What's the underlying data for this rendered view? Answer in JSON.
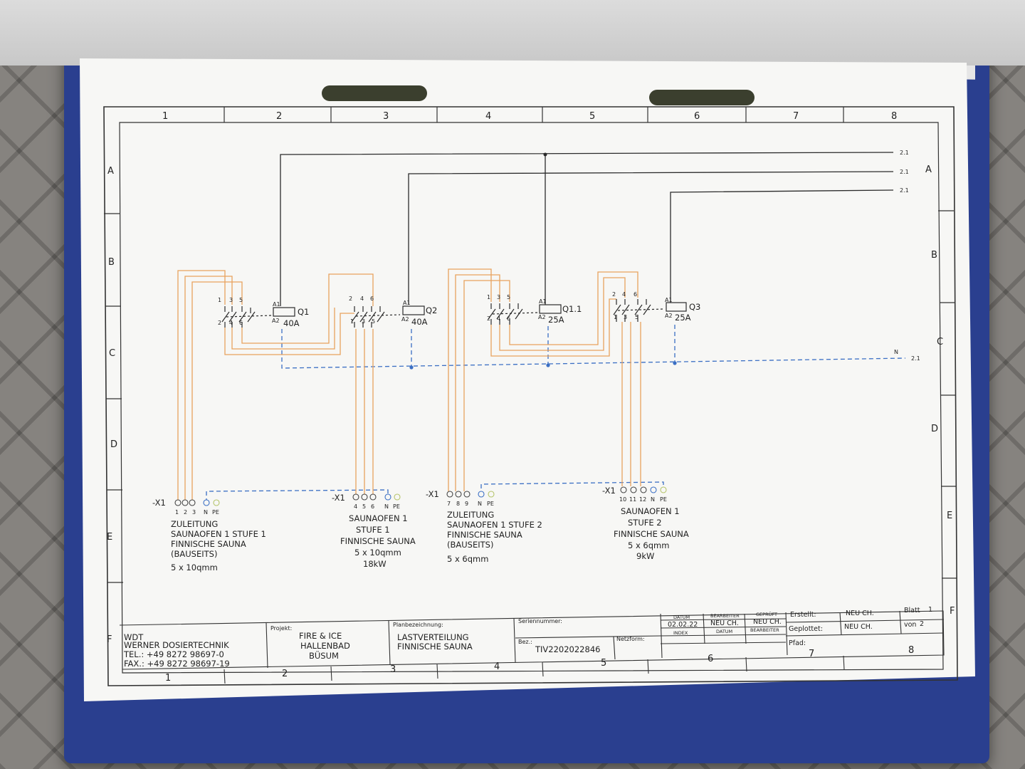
{
  "frame": {
    "columns": [
      "1",
      "2",
      "3",
      "4",
      "5",
      "6",
      "7",
      "8"
    ],
    "rows": [
      "A",
      "B",
      "C",
      "D",
      "E",
      "F"
    ]
  },
  "references": {
    "top1": "2.1",
    "top2": "2.1",
    "top3": "2.1",
    "neutral_label": "N",
    "neutral_ref": "2.1"
  },
  "contactors": [
    {
      "name": "Q1",
      "rating": "40A",
      "top_pins": [
        "1",
        "3",
        "5"
      ],
      "bottom_pins": [
        "2",
        "4",
        "6"
      ],
      "coil_top": "A1",
      "coil_bottom": "A2"
    },
    {
      "name": "Q2",
      "rating": "40A",
      "top_pins": [
        "2",
        "4",
        "6"
      ],
      "bottom_pins": [
        "1",
        "3",
        "5"
      ],
      "coil_top": "A1",
      "coil_bottom": "A2"
    },
    {
      "name": "Q1.1",
      "rating": "25A",
      "top_pins": [
        "1",
        "3",
        "5"
      ],
      "bottom_pins": [
        "2",
        "4",
        "6"
      ],
      "coil_top": "A1",
      "coil_bottom": "A2"
    },
    {
      "name": "Q3",
      "rating": "25A",
      "top_pins": [
        "2",
        "4",
        "6"
      ],
      "bottom_pins": [
        "1",
        "3",
        "5"
      ],
      "coil_top": "A1",
      "coil_bottom": "A2"
    }
  ],
  "terminals": [
    {
      "id": "-X1",
      "pins": [
        "1",
        "2",
        "3",
        "N",
        "PE"
      ],
      "lines": [
        "ZULEITUNG",
        "SAUNAOFEN 1 STUFE 1",
        "FINNISCHE SAUNA",
        "(BAUSEITS)",
        "5 x 10qmm"
      ]
    },
    {
      "id": "-X1",
      "pins": [
        "4",
        "5",
        "6",
        "N",
        "PE"
      ],
      "lines": [
        "SAUNAOFEN 1",
        "STUFE 1",
        "FINNISCHE SAUNA",
        "5 x 10qmm",
        "18kW"
      ]
    },
    {
      "id": "-X1",
      "pins": [
        "7",
        "8",
        "9",
        "N",
        "PE"
      ],
      "lines": [
        "ZULEITUNG",
        "SAUNAOFEN 1 STUFE 2",
        "FINNISCHE SAUNA",
        "(BAUSEITS)",
        "5 x 6qmm"
      ]
    },
    {
      "id": "-X1",
      "pins": [
        "10",
        "11",
        "12",
        "N",
        "PE"
      ],
      "lines": [
        "SAUNAOFEN 1",
        "STUFE 2",
        "FINNISCHE SAUNA",
        "5 x 6qmm",
        "9kW"
      ]
    }
  ],
  "title_block": {
    "company": [
      "WDT",
      "WERNER DOSIERTECHNIK",
      "TEL.: +49 8272 98697-0",
      "FAX.: +49 8272 98697-19"
    ],
    "project_label": "Projekt:",
    "project": [
      "FIRE & ICE",
      "HALLENBAD",
      "BÜSUM"
    ],
    "plan_label": "Planbezeichnung:",
    "plan": [
      "LASTVERTEILUNG",
      "FINNISCHE SAUNA"
    ],
    "serial_label": "Seriennummer:",
    "bez_label": "Bez.:",
    "bez": "TIV2202022846",
    "netz_label": "Netzform:",
    "datum_h": "DATUM",
    "datum": "02.02.22",
    "bearbeiter_h": "BEARBEITER",
    "bearbeiter": "NEU CH.",
    "geprueft_h": "GEPRÜFT",
    "geprueft": "NEU CH.",
    "index_h": "INDEX",
    "datum2_h": "DATUM",
    "bearbeiter2_h": "BEARBEITER",
    "erstellt_l": "Erstellt:",
    "erstellt": "NEU CH.",
    "geplottet_l": "Geplottet:",
    "geplottet": "NEU CH.",
    "pfad_l": "Pfad:",
    "blatt_l": "Blatt",
    "blatt": "1",
    "von_l": "von",
    "von": "2"
  },
  "colors": {
    "phase": "#e8a25e",
    "neutral": "#3b6fc4",
    "pe": "#b5c46a",
    "ink": "#2b2b2b",
    "paper": "#f8f8f6"
  }
}
